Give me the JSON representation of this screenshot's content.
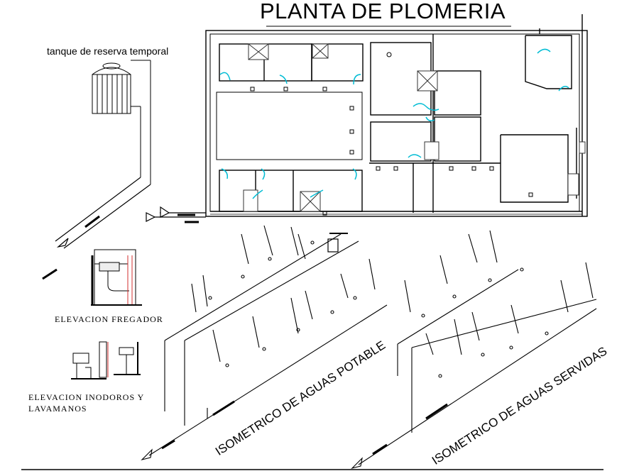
{
  "title": "PLANTA DE PLOMERIA",
  "tank_label": "tanque de reserva temporal",
  "elevations": {
    "sink": "ELEVACION FREGADOR",
    "toilet_line1": "ELEVACION   INODOROS Y",
    "toilet_line2": "LAVAMANOS"
  },
  "isometrics": {
    "potable": "ISOMETRICO DE AGUAS POTABLE",
    "servidas": "ISOMETRICO DE AGUAS SERVIDAS"
  },
  "colors": {
    "line": "#000000",
    "door_arc": "#00bcd4",
    "fixture": "#333333"
  }
}
